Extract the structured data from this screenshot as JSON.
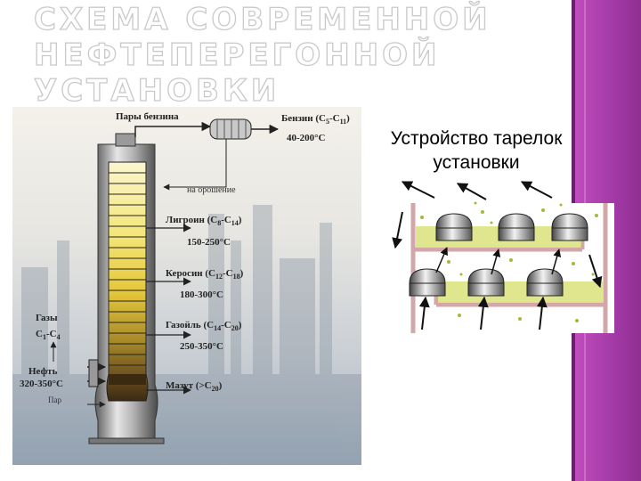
{
  "slide": {
    "title_lines": [
      "СХЕМА СОВРЕМЕННОЙ",
      "НЕФТЕПЕРЕГОННОЙ",
      "УСТАНОВКИ"
    ],
    "subtitle_lines": [
      "Устройство тарелок",
      "установки"
    ]
  },
  "column_diagram": {
    "vapor_label": "Пары бензина",
    "gasoline": {
      "name": "Бензин (C",
      "sub1": "5",
      "mid": "-C",
      "sub2": "11",
      "end": ")",
      "temp": "40-200°C"
    },
    "reflux_label": "на орошение",
    "ligroin": {
      "name": "Лигроин (C",
      "sub1": "8",
      "mid": "-C",
      "sub2": "14",
      "end": ")",
      "temp": "150-250°C"
    },
    "kerosene": {
      "name": "Керосин (C",
      "sub1": "12",
      "mid": "-C",
      "sub2": "18",
      "end": ")",
      "temp": "180-300°C"
    },
    "gasoil": {
      "name": "Газойль (C",
      "sub1": "14",
      "mid": "-C",
      "sub2": "20",
      "end": ")",
      "temp": "250-350°C"
    },
    "mazut": {
      "name": "Мазут (>C",
      "sub1": "20",
      "end": ")"
    },
    "gases": {
      "line1": "Газы",
      "c1": "C",
      "s1": "1",
      "dash": "-C",
      "s2": "4"
    },
    "oil": {
      "name": "Нефть",
      "temp": "320-350°C"
    },
    "steam_label": "Пар"
  },
  "colors": {
    "accent_stripe": "#a33aa6",
    "column_gradient_top": "#f7e88a",
    "column_gradient_bottom": "#3b2a12",
    "tray_liquid": "#d9e27a",
    "tray_frame": "#d3a7a7"
  }
}
